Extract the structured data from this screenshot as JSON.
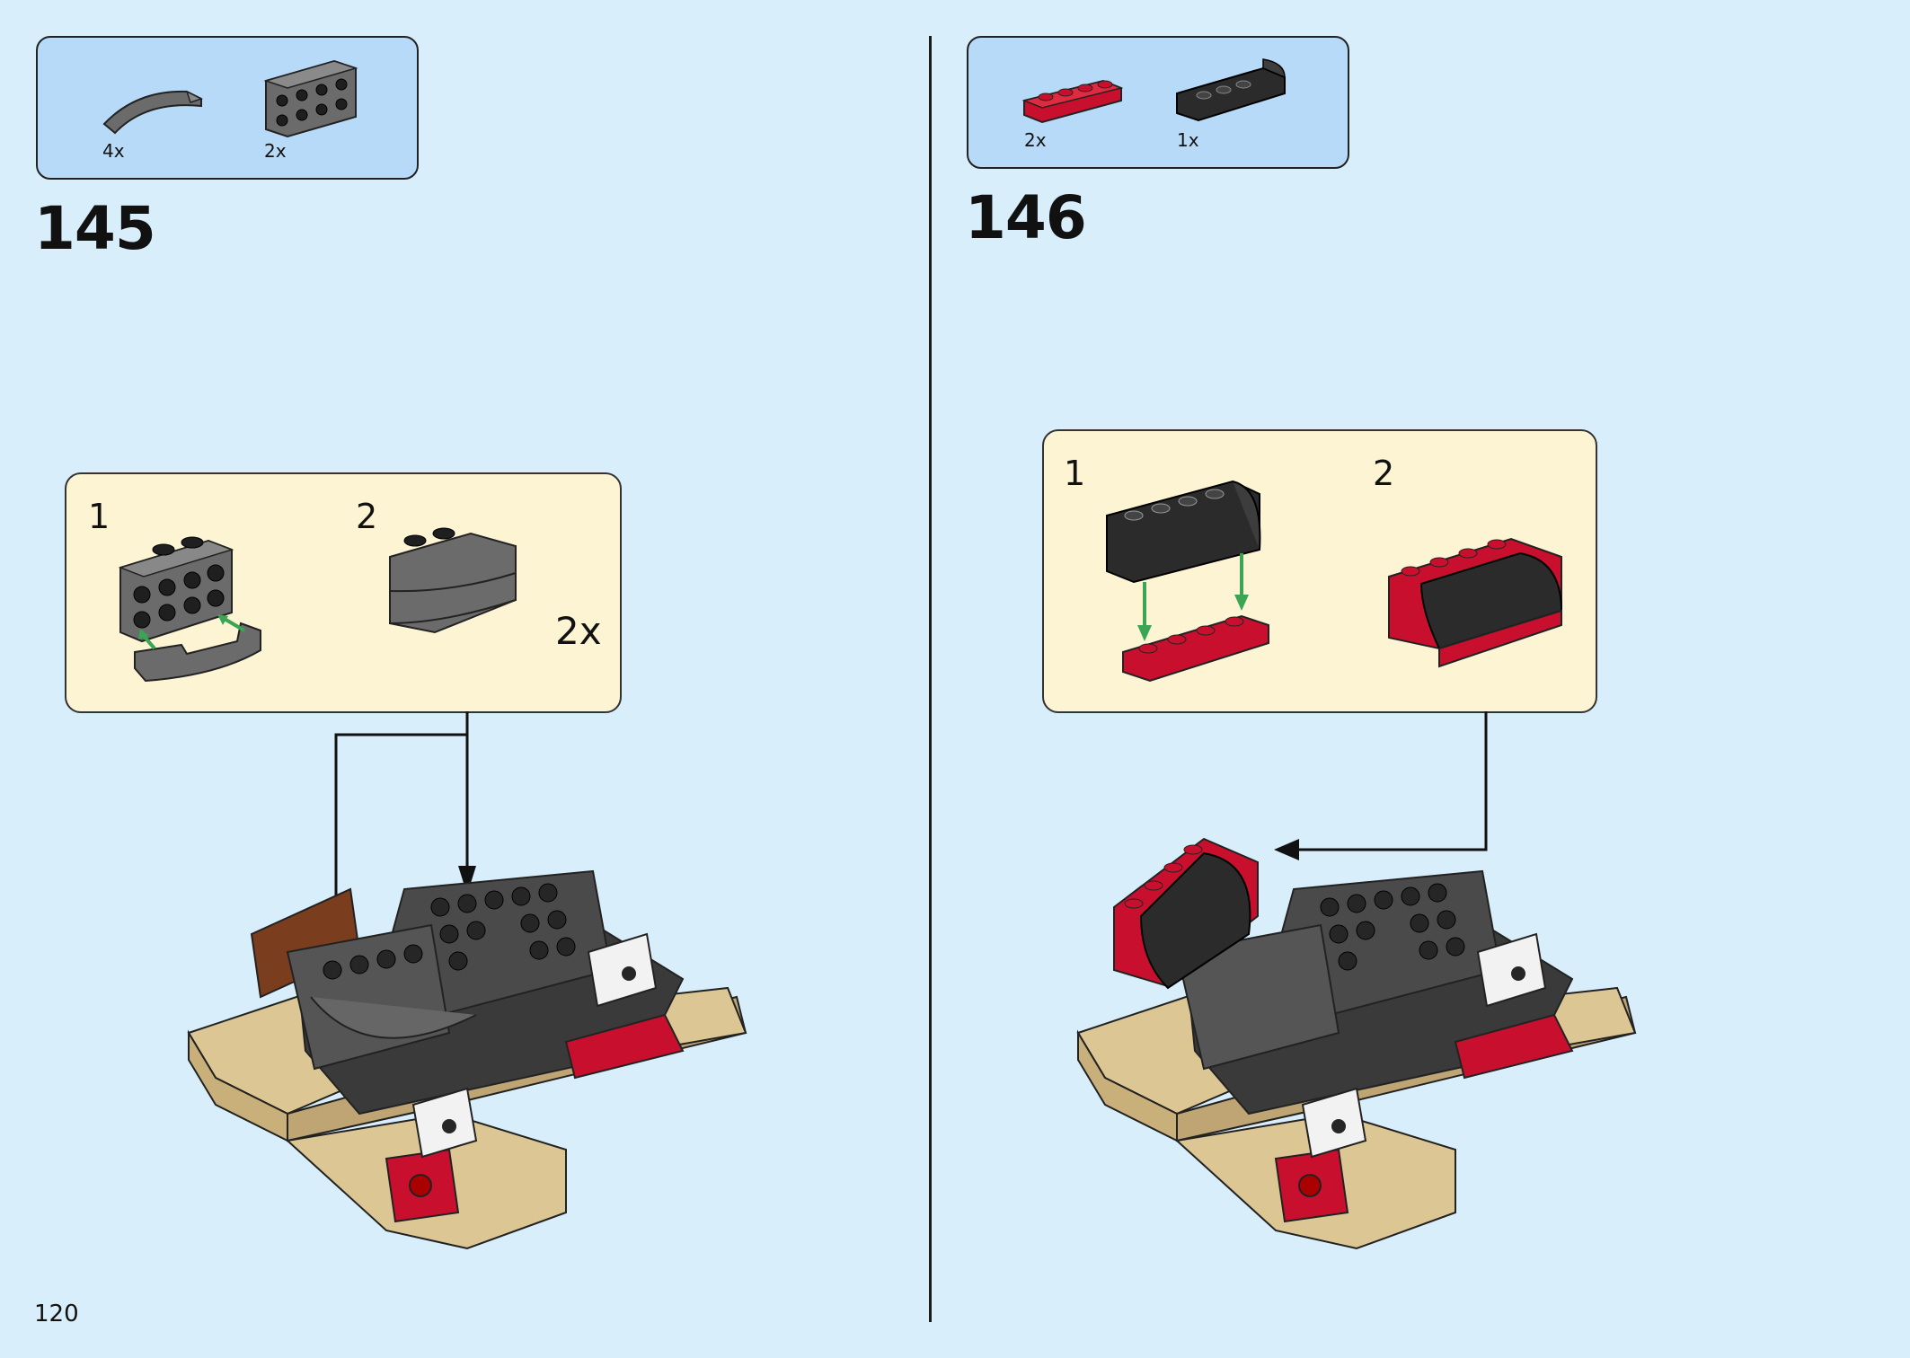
{
  "page": {
    "number": "120"
  },
  "steps": [
    {
      "number": "145",
      "parts": [
        {
          "qty": "4x",
          "icon": "curved-slope-dark-gray-icon",
          "color": "#6b6b6b"
        },
        {
          "qty": "2x",
          "icon": "bracket-plate-dark-gray-icon",
          "color": "#6b6b6b"
        }
      ],
      "substeps": [
        "1",
        "2"
      ],
      "multiplier": "2x"
    },
    {
      "number": "146",
      "parts": [
        {
          "qty": "2x",
          "icon": "plate-red-icon",
          "color": "#c8102e"
        },
        {
          "qty": "1x",
          "icon": "curved-slope-black-icon",
          "color": "#2b2b2b"
        }
      ],
      "substeps": [
        "1",
        "2"
      ]
    }
  ],
  "colors": {
    "background": "#d8eefb",
    "parts_box": "#b6daf7",
    "callout_box": "#fdf4d4",
    "arrow_green": "#3aa655",
    "brick_red": "#c8102e",
    "brick_tan": "#dcc794",
    "brick_dark_gray": "#6b6b6b",
    "brick_black": "#2b2b2b"
  }
}
